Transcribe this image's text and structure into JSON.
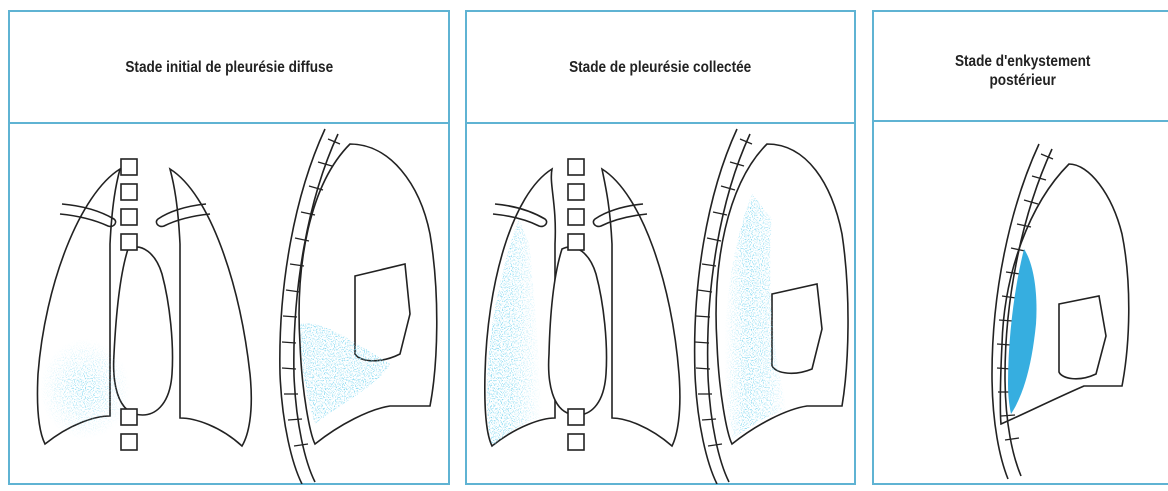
{
  "panels": [
    {
      "title": "Stade initial de pleurésie diffuse"
    },
    {
      "title": "Stade de pleurésie collectée"
    },
    {
      "title": "Stade d'enkystement\npostérieur"
    }
  ],
  "colors": {
    "frame": "#5fb3d3",
    "effusion": "#36aee0",
    "line": "#222222"
  }
}
